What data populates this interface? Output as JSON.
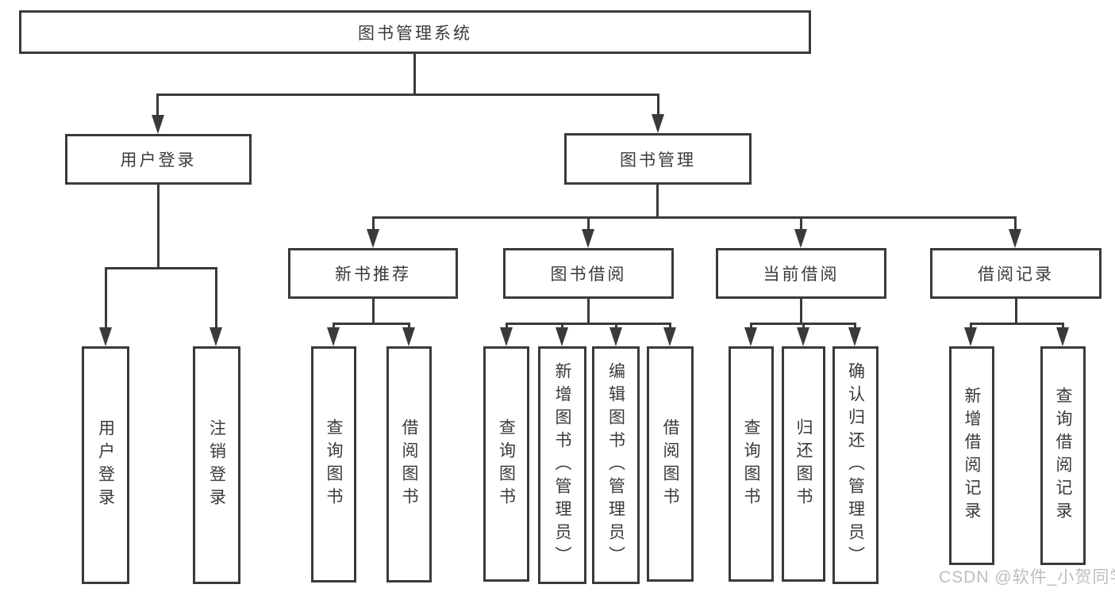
{
  "diagram_title": "图书管理系统",
  "nodes": {
    "root": "图书管理系统",
    "user_login": "用户登录",
    "book_management": "图书管理",
    "new_book_recommend": "新书推荐",
    "book_borrow": "图书借阅",
    "current_borrow": "当前借阅",
    "borrow_records": "借阅记录"
  },
  "leaves": {
    "user_login_leaf": "用户登录",
    "logout": "注销登录",
    "newbooks_query": "查询图书",
    "newbooks_borrow": "借阅图书",
    "borrow_query": "查询图书",
    "borrow_add_admin": "新增图书（管理员）",
    "borrow_edit_admin": "编辑图书（管理员）",
    "borrow_borrow": "借阅图书",
    "current_query": "查询图书",
    "current_return": "归还图书",
    "current_confirm_admin": "确认归还（管理员）",
    "records_add": "新增借阅记录",
    "records_query": "查询借阅记录"
  },
  "hierarchy": {
    "图书管理系统": [
      "用户登录",
      "图书管理"
    ],
    "用户登录": [
      "用户登录",
      "注销登录"
    ],
    "图书管理": [
      "新书推荐",
      "图书借阅",
      "当前借阅",
      "借阅记录"
    ],
    "新书推荐": [
      "查询图书",
      "借阅图书"
    ],
    "图书借阅": [
      "查询图书",
      "新增图书（管理员）",
      "编辑图书（管理员）",
      "借阅图书"
    ],
    "当前借阅": [
      "查询图书",
      "归还图书",
      "确认归还（管理员）"
    ],
    "借阅记录": [
      "新增借阅记录",
      "查询借阅记录"
    ]
  },
  "watermark": "CSDN @软件_小贺同学",
  "colors": {
    "line": "#3a3a3a",
    "text": "#3a3a3a",
    "background": "#ffffff",
    "watermark": "#bdbdbd"
  }
}
